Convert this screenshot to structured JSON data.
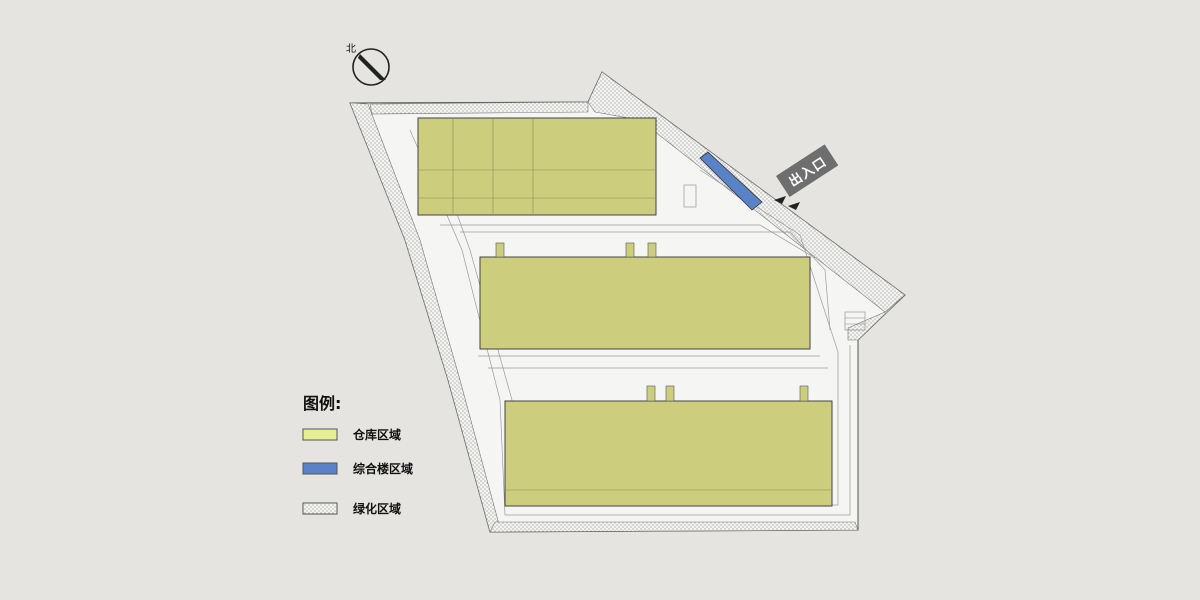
{
  "compass": {
    "label": "北"
  },
  "exit": {
    "label": "出入口"
  },
  "colors": {
    "warehouse": "#ccce7e",
    "office": "#5a82c6",
    "green": "#ffffff",
    "legend_warehouse": "#e6ee94",
    "background": "#e5e4e1"
  },
  "legend": {
    "title": "图例:",
    "items": [
      {
        "label": "仓库区域",
        "key": "warehouse"
      },
      {
        "label": "综合楼区域",
        "key": "office"
      },
      {
        "label": "绿化区域",
        "key": "green"
      }
    ]
  }
}
